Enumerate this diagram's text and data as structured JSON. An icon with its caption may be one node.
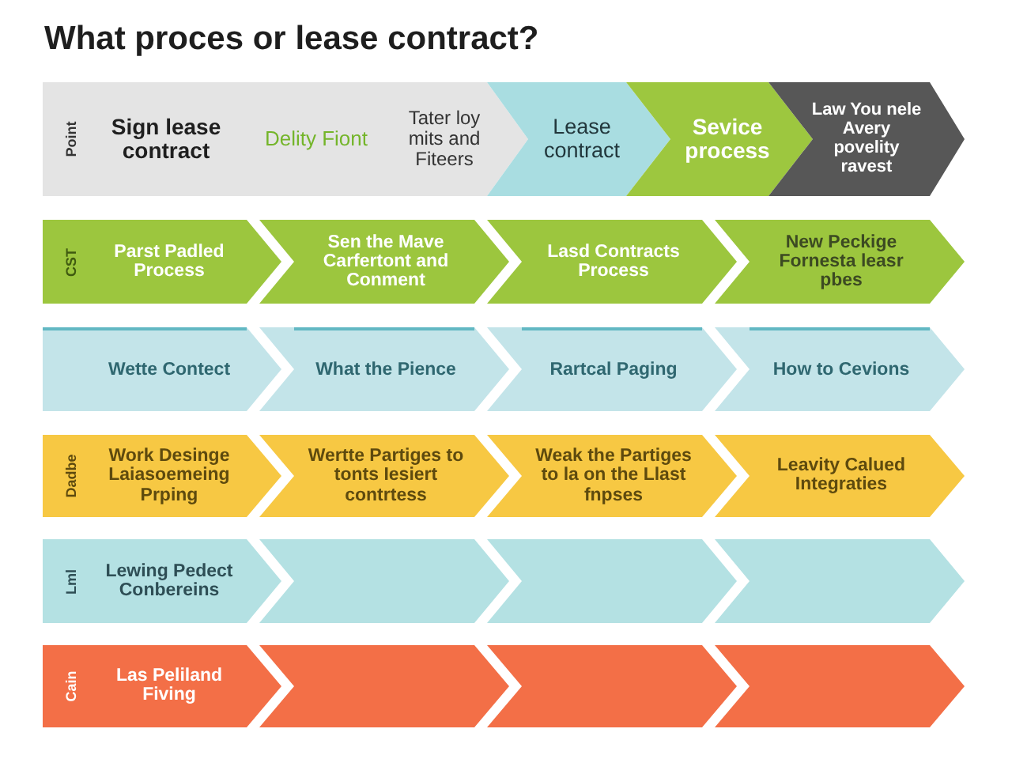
{
  "diagram": {
    "title": "What proces or lease contract?",
    "nodes": [
      {
        "text": [
          "Point",
          "Sign lease contract",
          "Delity Fiont",
          "Tater loy mits and Fiteers"
        ]
      },
      {
        "text": [
          "Lease contract"
        ]
      },
      {
        "text": [
          "Sevice process"
        ]
      },
      {
        "text": [
          "Law You nele Avery povelity ravest"
        ]
      },
      {
        "text": [
          "CST",
          "Parst Padled Process"
        ]
      },
      {
        "text": [
          "Sen the Mave Carfertont and Conment"
        ]
      },
      {
        "text": [
          "Lasd Contracts Process"
        ]
      },
      {
        "text": [
          "New Peckige Fornesta leasr pbes"
        ]
      },
      {
        "text": [
          "Wette Contect"
        ]
      },
      {
        "text": [
          "What the Pience"
        ]
      },
      {
        "text": [
          "Rartcal Paging"
        ]
      },
      {
        "text": [
          "How to Cevions"
        ]
      },
      {
        "text": [
          "Dadbe",
          "Work Desinge Laiasoemeing Prping"
        ]
      },
      {
        "text": [
          "Wertte Partiges to tonts Iesiert contrtess"
        ]
      },
      {
        "text": [
          "Weak the Partiges to la on the Llast fnpses"
        ]
      },
      {
        "text": [
          "Leavity Calued Integraties"
        ]
      },
      {
        "text": [
          "Lml",
          "Lewing Pedect Conbereins"
        ]
      },
      {
        "text": [],
        "shape": "chevron"
      },
      {
        "text": [],
        "shape": "chevron"
      },
      {
        "text": [],
        "shape": "chevron"
      },
      {
        "text": [
          "Cain",
          "Las Peliland Fiving"
        ]
      },
      {
        "text": [],
        "shape": "chevron"
      },
      {
        "text": [],
        "shape": "chevron"
      },
      {
        "text": [],
        "shape": "chevron"
      }
    ]
  }
}
